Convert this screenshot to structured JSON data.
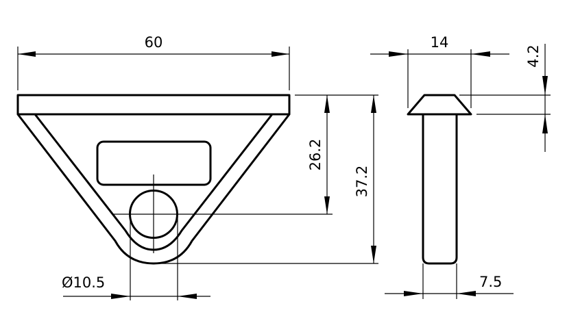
{
  "drawing": {
    "front_view": {
      "width_label": "60",
      "slot_height_label": "26.2",
      "overall_height_label": "37.2",
      "hole_diameter_label": "Ø10.5"
    },
    "side_view": {
      "head_width_label": "14",
      "head_height_label": "4.2",
      "shank_width_label": "7.5"
    },
    "colors": {
      "line": "#000000",
      "background": "#ffffff"
    }
  }
}
